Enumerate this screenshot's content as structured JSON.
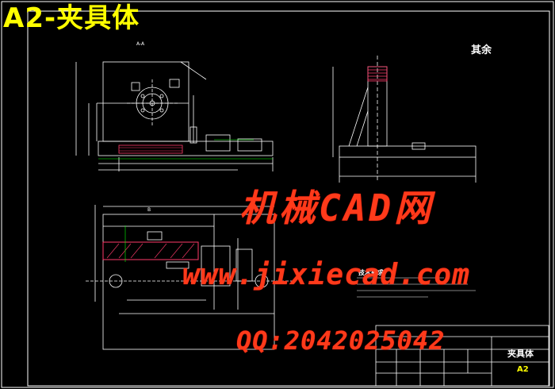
{
  "drawing": {
    "title": "A2-夹具体",
    "surface_note": "其余",
    "section_label": "A-A",
    "view_label": "B"
  },
  "watermark": {
    "line1": "机械CAD网",
    "line2": "www.jixiecad.com",
    "line3": "QQ:2042025042"
  },
  "tech_requirements": {
    "title": "技术要求"
  },
  "title_block": {
    "part_name": "夹具体",
    "sheet_size": "A2"
  },
  "colors": {
    "background": "#000000",
    "line": "#ffffff",
    "title": "#ffff00",
    "hatch": "#ff3a6a",
    "green": "#00ff00",
    "watermark": "#ff3a1a"
  }
}
